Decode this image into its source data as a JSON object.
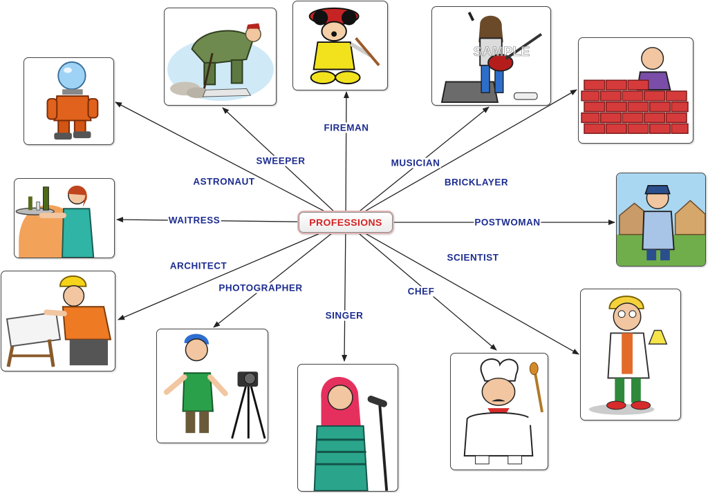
{
  "diagram": {
    "center_label": "PROFESSIONS",
    "nodes": [
      {
        "id": "astronaut",
        "label": "ASTRONAUT",
        "icon": "astronaut-icon"
      },
      {
        "id": "sweeper",
        "label": "SWEEPER",
        "icon": "sweeper-icon"
      },
      {
        "id": "fireman",
        "label": "FIREMAN",
        "icon": "fireman-icon"
      },
      {
        "id": "musician",
        "label": "MUSICIAN",
        "icon": "musician-icon"
      },
      {
        "id": "bricklayer",
        "label": "BRICKLAYER",
        "icon": "bricklayer-icon"
      },
      {
        "id": "waitress",
        "label": "WAITRESS",
        "icon": "waitress-icon"
      },
      {
        "id": "postwoman",
        "label": "POSTWOMAN",
        "icon": "postwoman-icon"
      },
      {
        "id": "architect",
        "label": "ARCHITECT",
        "icon": "architect-icon"
      },
      {
        "id": "scientist",
        "label": "SCIENTIST",
        "icon": "scientist-icon"
      },
      {
        "id": "photographer",
        "label": "PHOTOGRAPHER",
        "icon": "photographer-icon"
      },
      {
        "id": "chef",
        "label": "CHEF",
        "icon": "chef-icon"
      },
      {
        "id": "singer",
        "label": "SINGER",
        "icon": "singer-icon"
      }
    ],
    "edges": [
      {
        "from": "center",
        "to": "astronaut"
      },
      {
        "from": "center",
        "to": "sweeper"
      },
      {
        "from": "center",
        "to": "fireman"
      },
      {
        "from": "center",
        "to": "musician"
      },
      {
        "from": "center",
        "to": "bricklayer"
      },
      {
        "from": "center",
        "to": "waitress"
      },
      {
        "from": "center",
        "to": "postwoman"
      },
      {
        "from": "center",
        "to": "architect"
      },
      {
        "from": "center",
        "to": "scientist"
      },
      {
        "from": "center",
        "to": "photographer"
      },
      {
        "from": "center",
        "to": "chef"
      },
      {
        "from": "center",
        "to": "singer"
      }
    ],
    "watermark": "SAMPLE",
    "colors": {
      "center_text": "#d42323",
      "label_text": "#1d2d8f",
      "arrow": "#222222"
    }
  }
}
